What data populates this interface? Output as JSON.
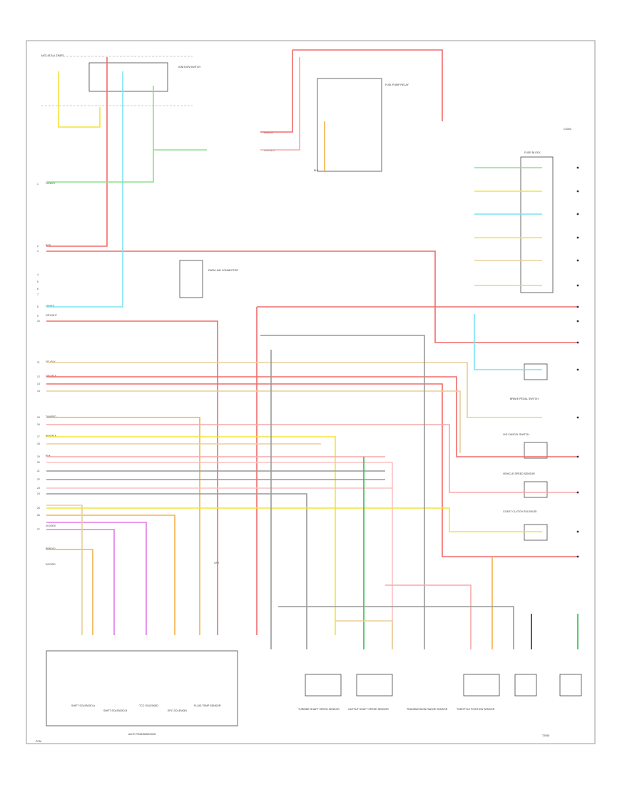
{
  "colors": {
    "red": "#f26b6b",
    "pink_red": "#f7a8a8",
    "light_red": "#f9c2c2",
    "yellow": "#f2e43a",
    "lt_green": "#8ee08e",
    "green": "#2fbf4a",
    "lt_blue": "#7ce3f0",
    "orange": "#f5b04a",
    "tan": "#e8cf9a",
    "violet": "#e37ae8",
    "gray": "#999999",
    "black": "#333333",
    "frame": "#aaaaaa"
  },
  "labels": {
    "hot_at_all_times": "HOT AT ALL TIMES",
    "fuel_pump_relay": "FUEL PUMP RELAY",
    "pcm": "PCM",
    "transmission_main": "AUTO TRANSMISSION",
    "ignition_switch": "IGNITION SWITCH",
    "fuse_block": "FUSE BLOCK",
    "data_link_connector": "DATA LINK CONNECTOR",
    "output_shaft_speed_sensor": "OUTPUT SHAFT SPEED SENSOR",
    "turbine_shaft_speed_sensor": "TURBINE SHAFT SPEED SENSOR",
    "transmission_range_sensor": "TRANSMISSION RANGE SENSOR",
    "throttle_position_sensor": "THROTTLE POSITION SENSOR",
    "vehicle_speed_sensor": "VEHICLE SPEED SENSOR",
    "brake_pedal_switch": "BRAKE PEDAL SWITCH",
    "overdrive_cancel_switch": "O/D CANCEL SWITCH",
    "shift_solenoid_a": "SHIFT SOLENOID A",
    "shift_solenoid_b": "SHIFT SOLENOID B",
    "tcc_solenoid": "TCC SOLENOID",
    "epc_solenoid": "EPC SOLENOID",
    "fluid_temp_sensor": "FLUID TEMP SENSOR",
    "coast_clutch_solenoid": "COAST CLUTCH SOLENOID",
    "footer_code": "T2050",
    "corner_code": "C2003"
  },
  "wire_labels": {
    "red_lg": "RED/LG",
    "yel_blk": "YEL/BLK",
    "lg_wht": "LG/WHT",
    "lb_wht": "LB/WHT",
    "red_wht": "RED/WHT",
    "gry_wht": "GRY/WHT",
    "org_blk": "ORG/BLK",
    "tan_red": "TAN/RED",
    "vio_org": "VIO/ORG",
    "wht_blk": "WHT/BLK",
    "brn_yel": "BRN/YEL",
    "dg_org": "DG/ORG",
    "red": "RED",
    "gry": "GRY",
    "pnk": "PNK",
    "blk": "BLK"
  },
  "pins": [
    "1",
    "2",
    "3",
    "4",
    "5",
    "6",
    "7",
    "8",
    "9",
    "10",
    "11",
    "12",
    "13",
    "14",
    "15",
    "16",
    "17",
    "18",
    "19",
    "20",
    "21",
    "22",
    "23",
    "24",
    "25",
    "26",
    "27"
  ]
}
